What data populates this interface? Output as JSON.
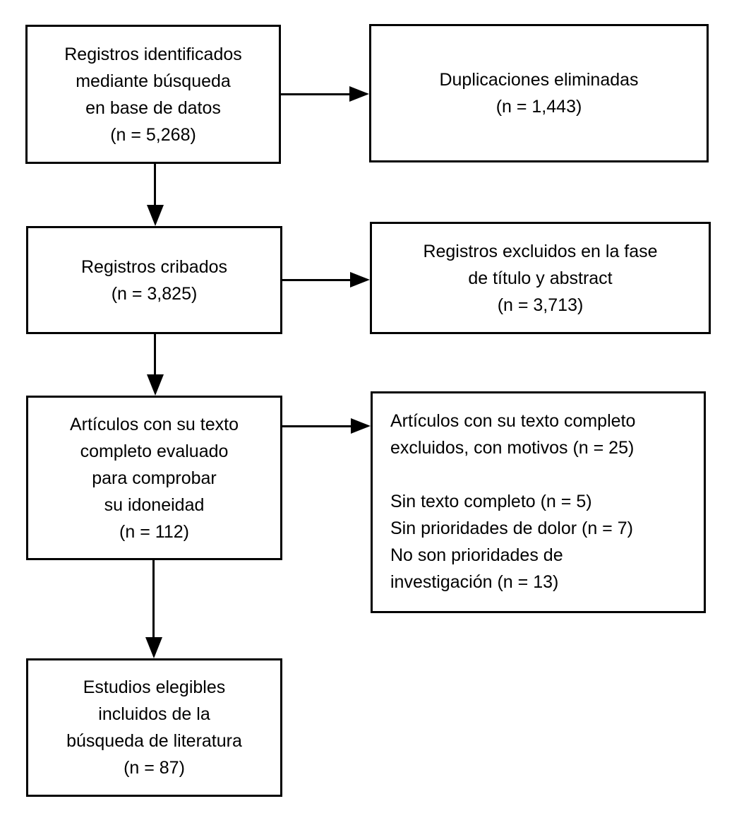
{
  "flowchart": {
    "kind": "literature-review-flow-diagram",
    "colors": {
      "border": "#000000",
      "text": "#000000",
      "background": "#ffffff"
    },
    "boxes": {
      "identified": {
        "lines": [
          "Registros identificados",
          "mediante búsqueda",
          "en base de datos",
          "(n = 5,268)"
        ],
        "n": 5268
      },
      "duplicates_removed": {
        "lines": [
          "Duplicaciones eliminadas",
          "(n = 1,443)"
        ],
        "n": 1443
      },
      "screened": {
        "lines": [
          "Registros cribados",
          "(n = 3,825)"
        ],
        "n": 3825
      },
      "excluded_title_abstract": {
        "lines": [
          "Registros excluidos en la fase",
          "de título y abstract",
          "(n = 3,713)"
        ],
        "n": 3713
      },
      "fulltext_assessed": {
        "lines": [
          "Artículos con su texto",
          "completo evaluado",
          "para comprobar",
          "su idoneidad",
          "(n = 112)"
        ],
        "n": 112
      },
      "fulltext_excluded": {
        "lines": [
          "Artículos con su texto completo",
          "excluidos, con motivos (n = 25)",
          "",
          "Sin texto completo (n = 5)",
          "Sin prioridades de dolor (n = 7)",
          "No son prioridades de",
          "investigación (n = 13)"
        ],
        "n": 25,
        "reasons": [
          {
            "label": "Sin texto completo",
            "n": 5
          },
          {
            "label": "Sin prioridades de dolor",
            "n": 7
          },
          {
            "label": "No son prioridades de investigación",
            "n": 13
          }
        ]
      },
      "included": {
        "lines": [
          "Estudios elegibles",
          "incluidos de la",
          "búsqueda de literatura",
          "(n = 87)"
        ],
        "n": 87
      }
    },
    "connections": [
      {
        "from": "identified",
        "to": "duplicates_removed"
      },
      {
        "from": "identified",
        "to": "screened"
      },
      {
        "from": "screened",
        "to": "excluded_title_abstract"
      },
      {
        "from": "screened",
        "to": "fulltext_assessed"
      },
      {
        "from": "fulltext_assessed",
        "to": "fulltext_excluded"
      },
      {
        "from": "fulltext_assessed",
        "to": "included"
      }
    ]
  }
}
